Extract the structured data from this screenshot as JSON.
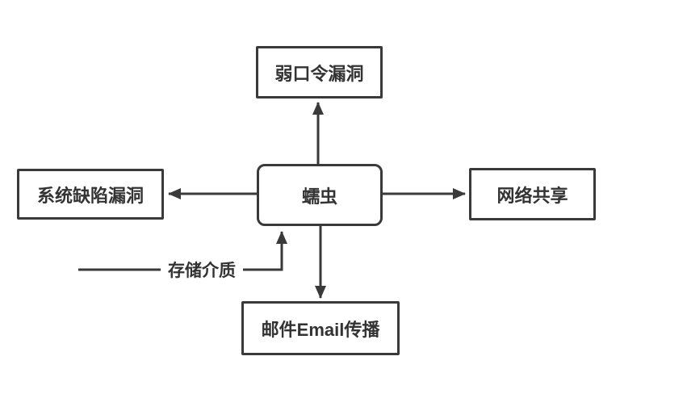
{
  "diagram": {
    "type": "flow-diagram",
    "background": "#ffffff",
    "colors": {
      "line": "#3a3a3a",
      "border": "#3a3a3a",
      "text": "#333333",
      "node_fill": "#ffffff"
    },
    "nodes": {
      "center": {
        "label": "蠕虫",
        "shape": "rounded-rectangle"
      },
      "top": {
        "label": "弱口令漏洞",
        "shape": "rectangle"
      },
      "left": {
        "label": "系统缺陷漏洞",
        "shape": "rectangle"
      },
      "right": {
        "label": "网络共享",
        "shape": "rectangle"
      },
      "bottom": {
        "label": "邮件Email传播",
        "shape": "rectangle"
      },
      "storage": {
        "label": "存储介质",
        "shape": "plain-text-on-line"
      }
    },
    "edges": [
      {
        "from": "center",
        "to": "top",
        "style": "arrow",
        "direction": "up"
      },
      {
        "from": "center",
        "to": "left",
        "style": "arrow",
        "direction": "left"
      },
      {
        "from": "center",
        "to": "right",
        "style": "arrow",
        "direction": "right"
      },
      {
        "from": "center",
        "to": "bottom",
        "style": "arrow",
        "direction": "down"
      },
      {
        "from": "storage",
        "to": "center",
        "style": "elbow-arrow",
        "direction": "right-then-up"
      }
    ]
  }
}
